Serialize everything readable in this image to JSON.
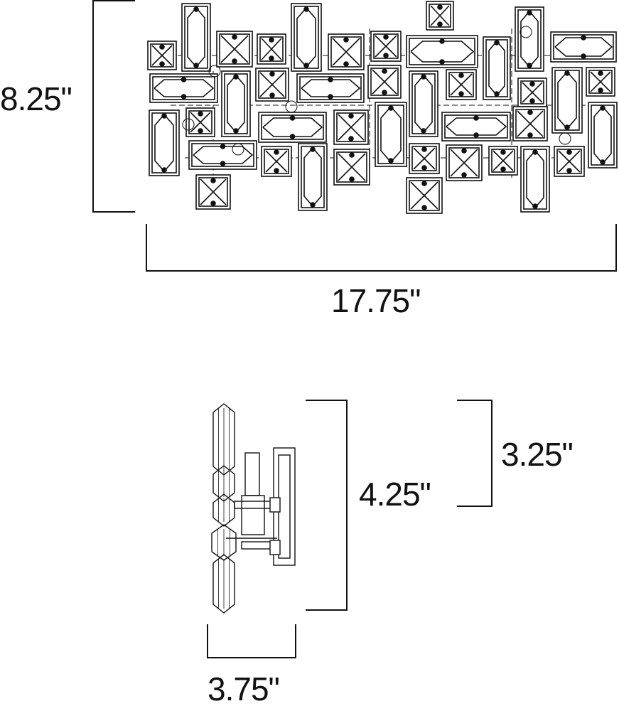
{
  "front_view": {
    "height_label": "8.25\"",
    "width_label": "17.75\""
  },
  "side_view": {
    "overall_height_label": "4.25\"",
    "backplate_height_label": "3.25\"",
    "depth_label": "3.75\""
  },
  "colors": {
    "line": "#111111",
    "background": "#ffffff"
  }
}
